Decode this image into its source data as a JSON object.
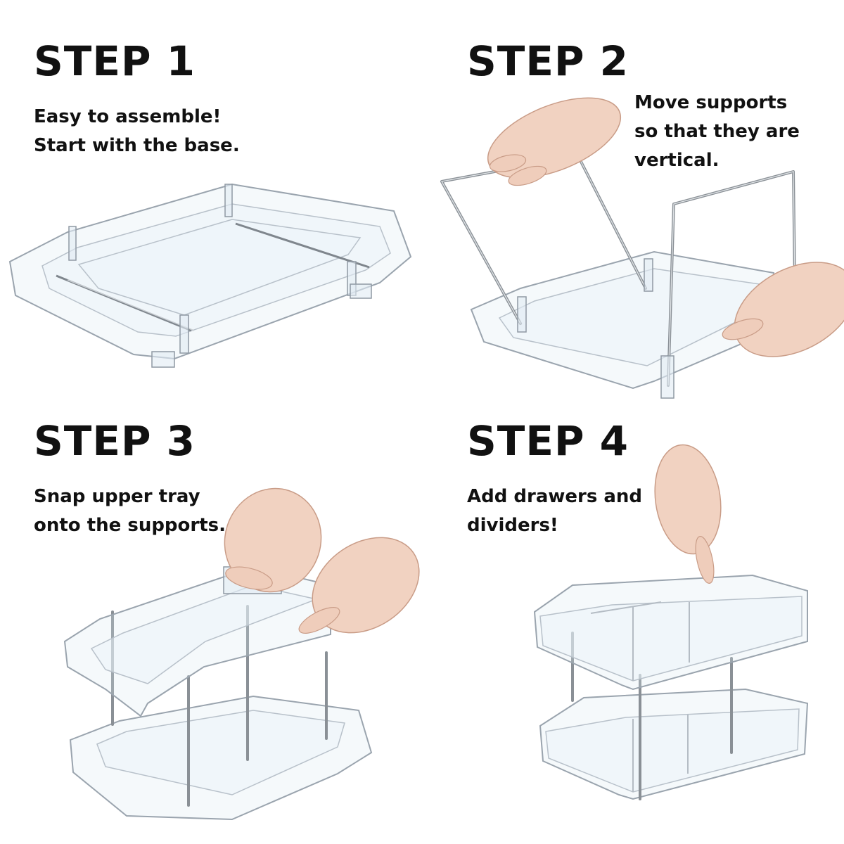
{
  "steps": [
    {
      "title": "STEP 1",
      "caption": [
        "Easy to assemble!",
        "Start with the base."
      ]
    },
    {
      "title": "STEP 2",
      "caption": [
        "Move supports",
        "so that they are",
        "vertical."
      ]
    },
    {
      "title": "STEP 3",
      "caption": [
        "Snap upper tray",
        "onto the supports."
      ]
    },
    {
      "title": "STEP 4",
      "caption": [
        "Add drawers and",
        "dividers!"
      ]
    }
  ]
}
